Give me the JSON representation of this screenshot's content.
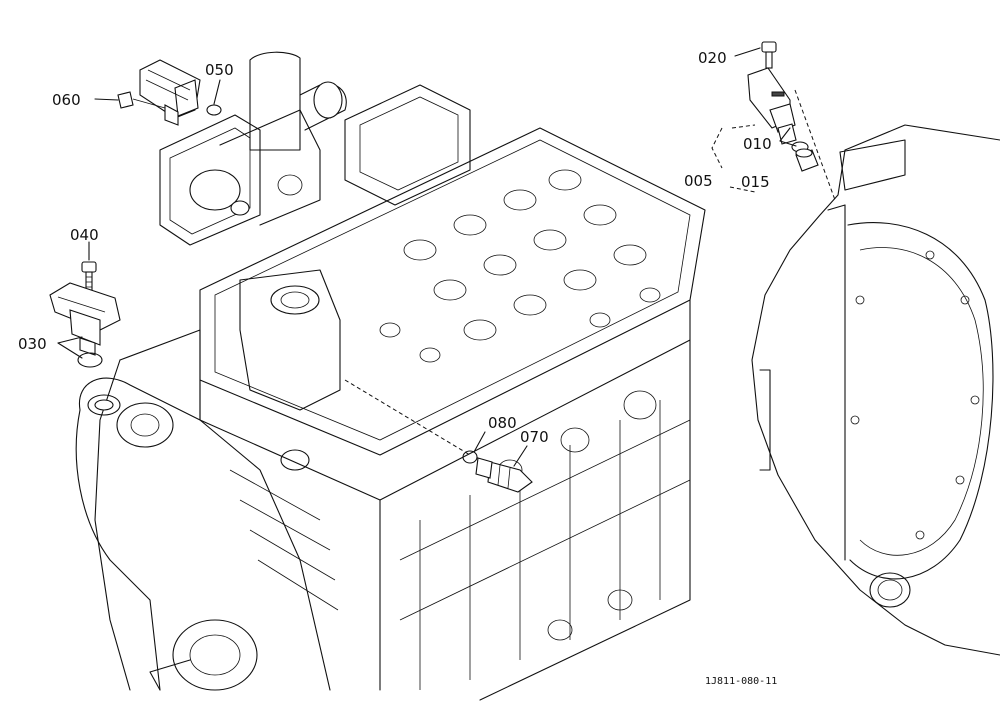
{
  "callouts": {
    "p005": "005",
    "p010": "010",
    "p015": "015",
    "p020": "020",
    "p030": "030",
    "p040": "040",
    "p050": "050",
    "p060": "060",
    "p070": "070",
    "p080": "080"
  },
  "drawing_id": "1J811-080-11"
}
